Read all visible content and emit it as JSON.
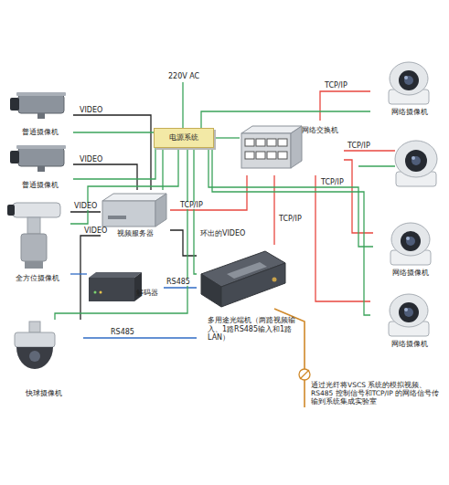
{
  "diagram": {
    "nodes": [
      {
        "text": [
          "普通摄像机"
        ]
      },
      {
        "text": [
          "普通摄像机"
        ]
      },
      {
        "text": [
          "电源系统"
        ]
      },
      {
        "text": [
          "网络交换机"
        ]
      },
      {
        "text": [
          "网络摄像机"
        ]
      },
      {
        "text": [
          "视频服务器"
        ]
      },
      {
        "text": [
          "全方位摄像机"
        ]
      },
      {
        "text": [
          "网络摄像机"
        ]
      },
      {
        "text": [
          "解码器"
        ]
      },
      {
        "text": [
          "多用途光端机（两路视频输入、1路RS485输入和1路LAN）"
        ]
      },
      {
        "text": [
          "网络摄像机"
        ]
      },
      {
        "text": [
          "快球摄像机"
        ]
      }
    ],
    "edges": [
      {
        "from": 0,
        "to": 5,
        "label": "VIDEO",
        "arrow": "none"
      },
      {
        "from": 1,
        "to": 5,
        "label": "VIDEO",
        "arrow": "none"
      },
      {
        "from": 6,
        "to": 5,
        "label": "VIDEO",
        "arrow": "none"
      },
      {
        "from": 11,
        "to": 5,
        "label": "VIDEO",
        "arrow": "none"
      },
      {
        "from": 5,
        "to": 3,
        "label": "TCP/IP",
        "arrow": "none"
      },
      {
        "from": 3,
        "to": 9,
        "label": "TCP/IP",
        "arrow": "none"
      },
      {
        "from": 3,
        "to": 4,
        "label": "TCP/IP",
        "arrow": "none"
      },
      {
        "from": 3,
        "to": 7,
        "label": "TCP/IP",
        "arrow": "none"
      },
      {
        "from": 3,
        "to": 10,
        "arrow": "none"
      },
      {
        "from": 5,
        "to": 9,
        "label": "环出的VIDEO",
        "arrow": "none"
      },
      {
        "from": 9,
        "to": 8,
        "label": "RS485",
        "arrow": "none"
      },
      {
        "from": 8,
        "to": 6,
        "arrow": "none"
      },
      {
        "from": 9,
        "to": 11,
        "label": "RS485",
        "arrow": "none"
      },
      {
        "from": 2,
        "to": 0,
        "arrow": "none"
      },
      {
        "from": 2,
        "to": 1,
        "arrow": "none"
      },
      {
        "from": 2,
        "to": 6,
        "arrow": "none"
      },
      {
        "from": 2,
        "to": 11,
        "arrow": "none"
      },
      {
        "from": 2,
        "to": 3,
        "arrow": "none"
      },
      {
        "from": 2,
        "to": 4,
        "arrow": "none"
      },
      {
        "from": 2,
        "to": 7,
        "arrow": "none"
      },
      {
        "from": 2,
        "to": 10,
        "arrow": "none"
      },
      {
        "from": 2,
        "to": 5,
        "arrow": "none"
      },
      {
        "from": 2,
        "to": 9,
        "arrow": "none"
      }
    ],
    "labels": [
      "220V AC",
      "TCP/IP",
      "通过光纤将VSCS 系统的模拟视频、RS485 控制信号和TCP/IP 的网络信号传输到系统集成实验室"
    ]
  }
}
